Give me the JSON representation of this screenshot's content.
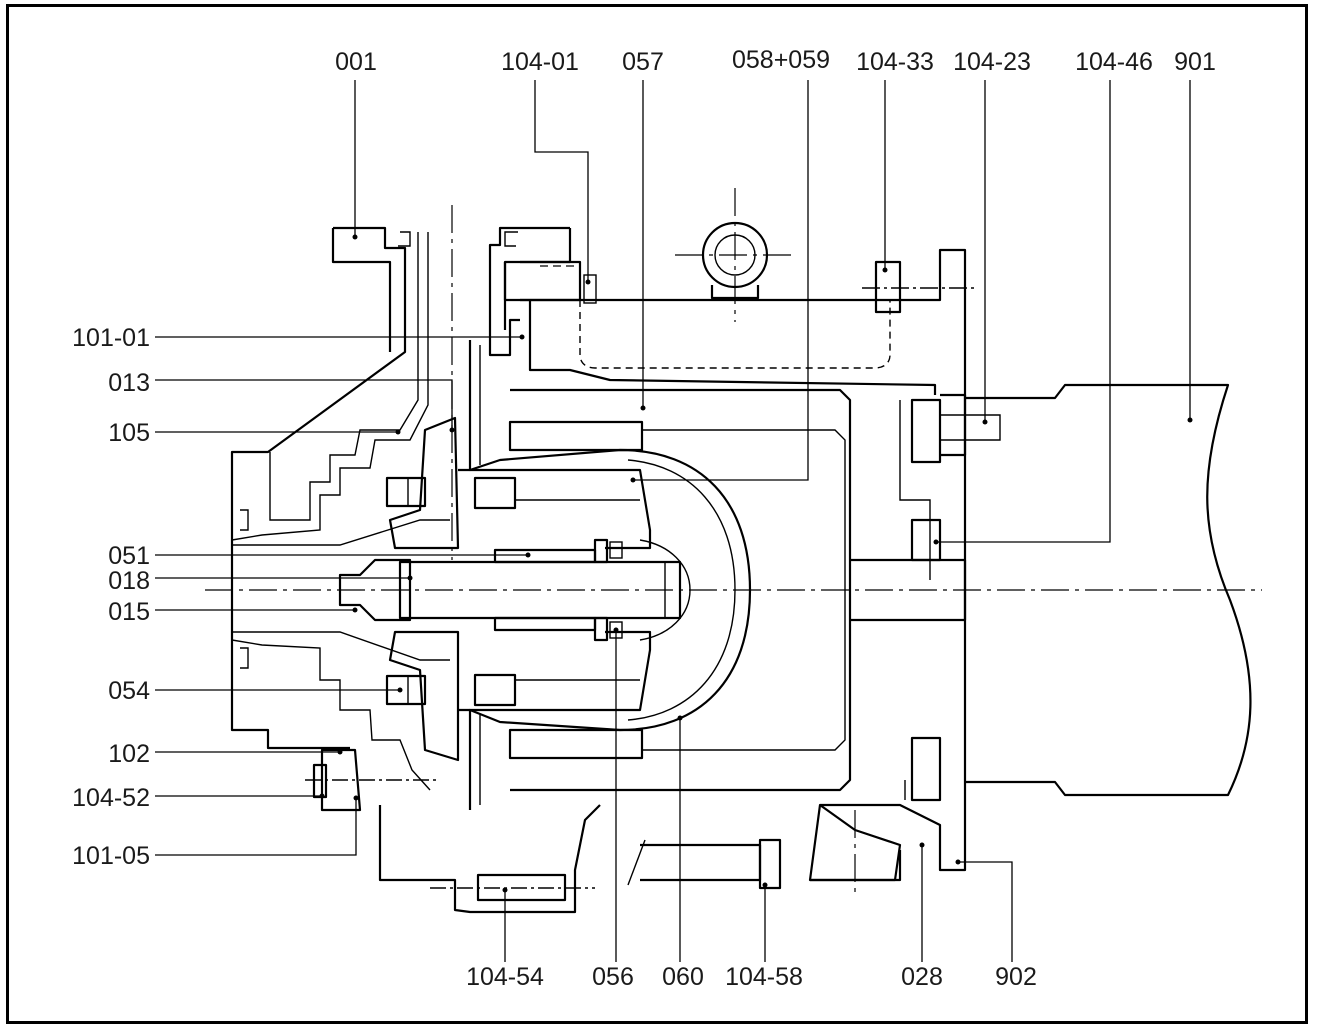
{
  "labels": {
    "p001": "001",
    "p104_01": "104-01",
    "p057": "057",
    "p058_059": "058+059",
    "p104_33": "104-33",
    "p104_23": "104-23",
    "p104_46": "104-46",
    "p901": "901",
    "p101_01": "101-01",
    "p013": "013",
    "p105": "105",
    "p051": "051",
    "p018": "018",
    "p015": "015",
    "p054": "054",
    "p102": "102",
    "p104_52": "104-52",
    "p101_05": "101-05",
    "p104_54": "104-54",
    "p056": "056",
    "p060": "060",
    "p104_58": "104-58",
    "p028": "028",
    "p902": "902"
  }
}
